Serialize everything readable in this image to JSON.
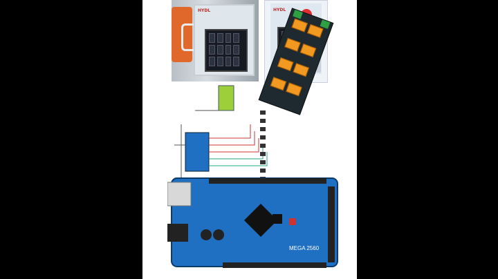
{
  "photo_left": {
    "brand": "HYDL"
  },
  "photo_right": {
    "brand": "HYDL"
  },
  "board": {
    "model": "MEGA 2560"
  },
  "colors": {
    "background": "#000000",
    "panel": "#ffffff",
    "board_blue": "#1f6fc2",
    "relay_green": "#2ea043",
    "relay_orange": "#f29922",
    "lcd_green": "#9ccf3a"
  },
  "icons": [
    "relay-module-icon",
    "lcd-display-icon",
    "arduino-board-icon",
    "keypad-icon"
  ]
}
